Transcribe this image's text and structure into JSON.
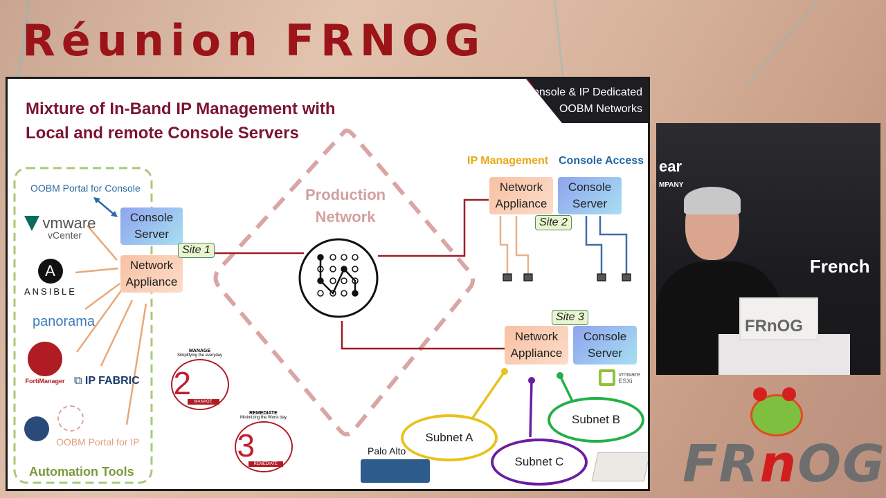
{
  "event_title": "Réunion FRNOG",
  "slide": {
    "title": "Mixture of In-Band IP Management with\nLocal and remote Console Servers",
    "corner_label": "Console & IP Dedicated\nOOBM Networks",
    "oobm_portal_console": "OOBM Portal for Console",
    "oobm_portal_ip": "OOBM Portal for IP",
    "automation_tools": "Automation Tools",
    "production_network": "Production\nNetwork",
    "ip_management": "IP Management",
    "console_access": "Console Access",
    "console_server": "Console\nServer",
    "network_appliance": "Network\nAppliance",
    "site1": "Site 1",
    "site2": "Site 2",
    "site3": "Site 3",
    "subnet_a": "Subnet A",
    "subnet_b": "Subnet B",
    "subnet_c": "Subnet C",
    "palo_alto": "Palo Alto",
    "tools": {
      "vmware_main": "vmware",
      "vmware_sub": "vCenter",
      "ansible": "ANSIBLE",
      "panorama": "panorama",
      "fortimanager": "FortiManager",
      "ipfabric": "IP FABRIC",
      "esxi_main": "vmware",
      "esxi_sub": "ESXi"
    },
    "manage": {
      "heading": "MANAGE",
      "sub": "Simplifying the everyday",
      "badge": "MANAGE",
      "number": "2"
    },
    "remediate": {
      "heading": "REMEDIATE",
      "sub": "Minimizing the Worst day",
      "badge": "REMEDIATE",
      "number": "3"
    }
  },
  "speaker_panel": {
    "backdrop_text": "French",
    "backdrop_fragment": "ear",
    "backdrop_sub": "MPANY",
    "podium_sign": "FRnOG"
  },
  "frnog_logo": {
    "pre": "FR",
    "n": "n",
    "post": "OG"
  },
  "colors": {
    "accent_red": "#9a1418",
    "slide_title": "#7b1531",
    "ip_management": "#e6a817",
    "console_access": "#2266a6"
  }
}
